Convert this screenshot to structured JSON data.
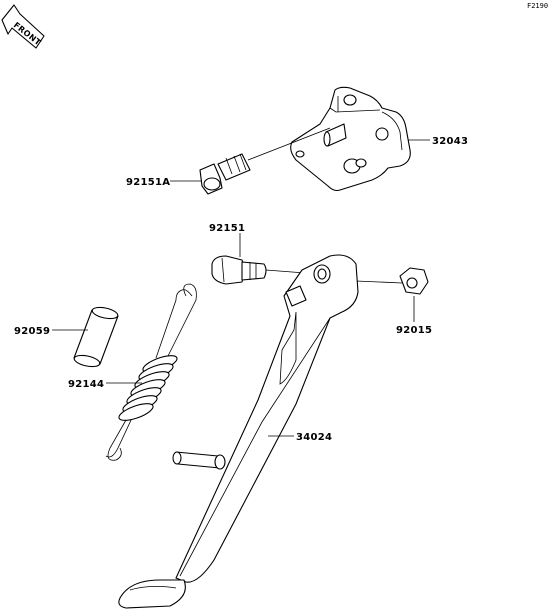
{
  "diagram_code": "F2190",
  "front_arrow_text": "FRONT",
  "parts": [
    {
      "key": "bracket",
      "number": "32043"
    },
    {
      "key": "bolt_a",
      "number": "92151A"
    },
    {
      "key": "pivot_bolt",
      "number": "92151"
    },
    {
      "key": "nut",
      "number": "92015"
    },
    {
      "key": "collar",
      "number": "92059"
    },
    {
      "key": "spring",
      "number": "92144"
    },
    {
      "key": "side_stand",
      "number": "34024"
    }
  ]
}
